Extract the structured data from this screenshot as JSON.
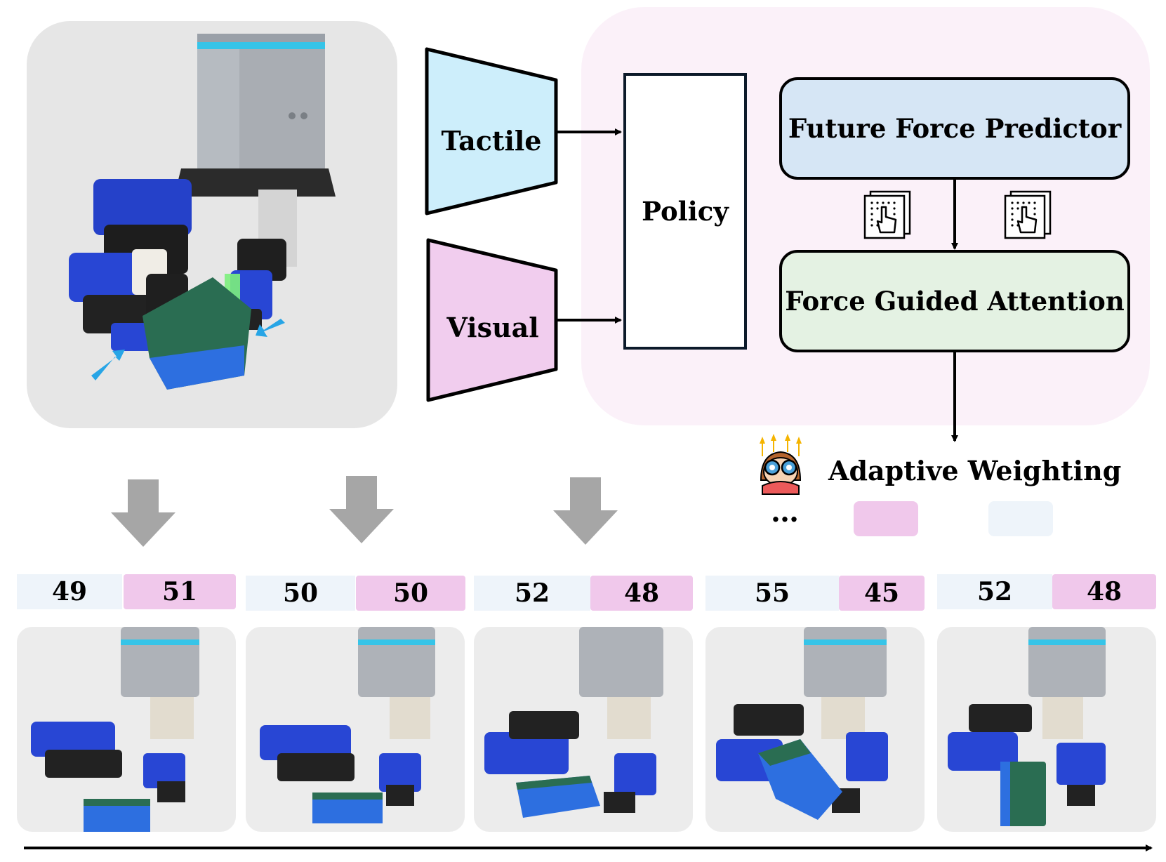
{
  "encoders": {
    "tactile": "Tactile",
    "visual": "Visual"
  },
  "policy": "Policy",
  "predictor": "Future Force Predictor",
  "attention": "Force Guided Attention",
  "adaptive": {
    "label": "Adaptive Weighting",
    "ellipsis": "…"
  },
  "colors": {
    "tactile": "#cdeefb",
    "visual": "#f1cdee",
    "predictor": "#d6e6f5",
    "attention": "#e4f2e3",
    "panel": "#fbf1f9",
    "weight_tactile": "#eef4fa",
    "weight_visual": "#f0c8eb",
    "down_arrow": "#a6a6a6"
  },
  "weights": [
    {
      "tactile": 49,
      "visual": 51
    },
    {
      "tactile": 50,
      "visual": 50
    },
    {
      "tactile": 52,
      "visual": 48
    },
    {
      "tactile": 55,
      "visual": 45
    },
    {
      "tactile": 52,
      "visual": 48
    }
  ],
  "icons": {
    "tactile_sensor": "tactile-sensor-icon",
    "character": "observer-character-icon"
  }
}
